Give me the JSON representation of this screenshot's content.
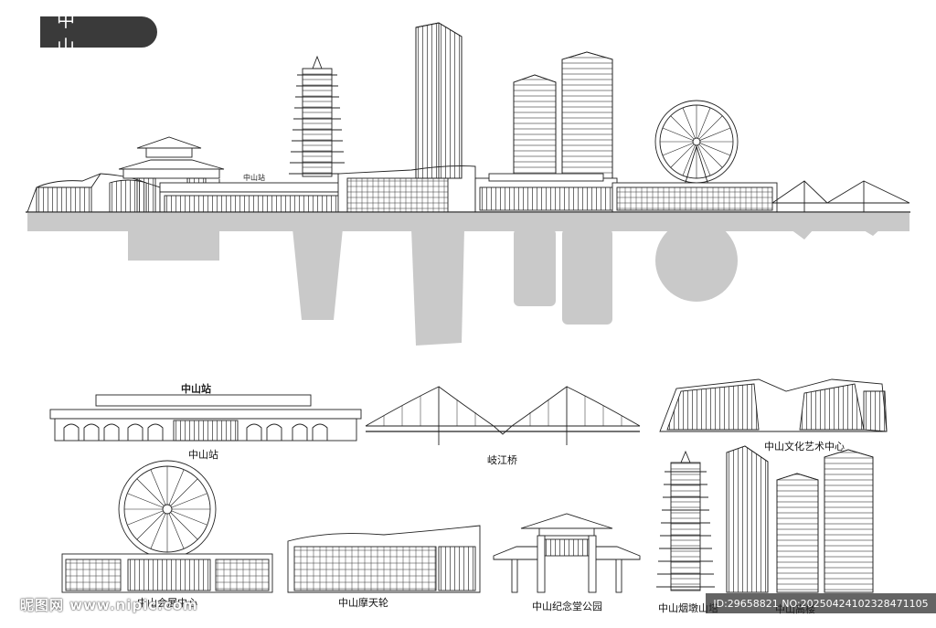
{
  "header": {
    "title": "中 山"
  },
  "skyline": {
    "station_sign": "中山站"
  },
  "landmarks": [
    {
      "sign": "中山站",
      "caption": "中山站"
    },
    {
      "caption": "岐江桥"
    },
    {
      "caption": "中山文化艺术中心"
    },
    {
      "caption": "中山会展中心"
    },
    {
      "caption": "中山摩天轮"
    },
    {
      "caption": "中山纪念堂公园"
    },
    {
      "caption": "中山烟墩山塔"
    },
    {
      "caption": "中山高楼"
    }
  ],
  "watermark": {
    "left": "昵图网 www.nipic.com",
    "right": "ID:29658821 NO:20250424102328471105"
  },
  "colors": {
    "line": "#222222",
    "shadow": "#c8c8c8",
    "badge": "#3a3a3a"
  }
}
